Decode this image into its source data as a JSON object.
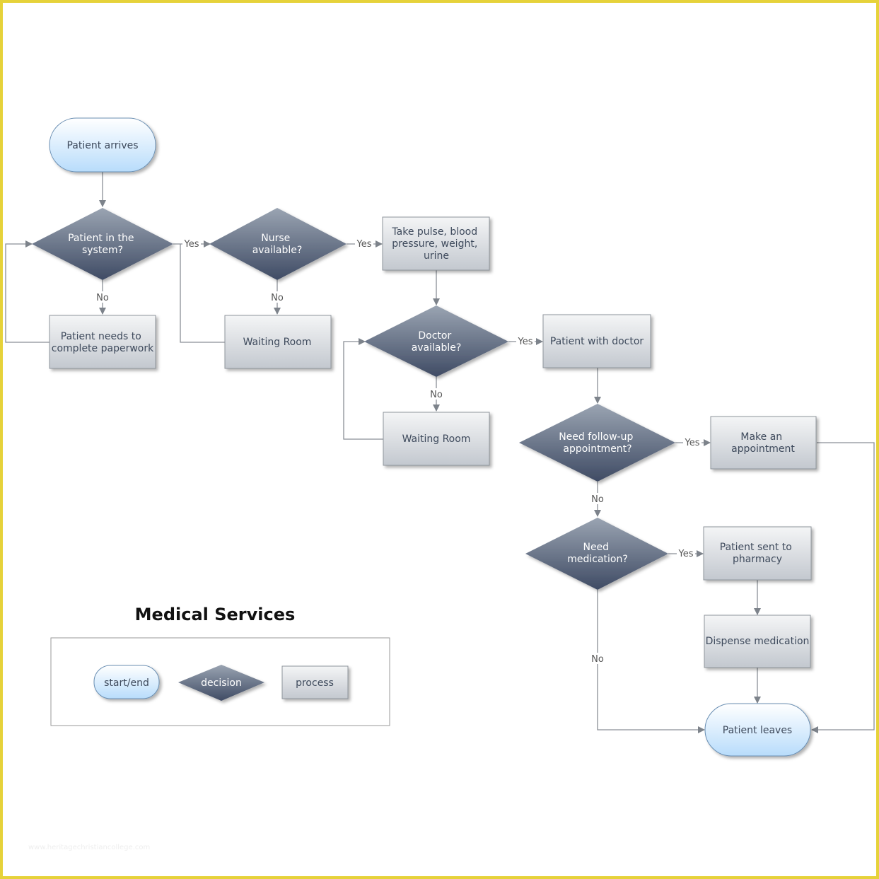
{
  "title": "Medical Services",
  "watermark": "www.heritagechristiancollege.com",
  "legend": {
    "start_end": "start/end",
    "decision": "decision",
    "process": "process"
  },
  "nodes": {
    "patient_arrives": "Patient arrives",
    "patient_in_system": [
      "Patient in the",
      "system?"
    ],
    "nurse_available": [
      "Nurse",
      "available?"
    ],
    "take_vitals": [
      "Take pulse, blood",
      "pressure, weight,",
      "urine"
    ],
    "complete_paperwork": [
      "Patient needs to",
      "complete paperwork"
    ],
    "waiting_room_1": "Waiting Room",
    "doctor_available": [
      "Doctor",
      "available?"
    ],
    "patient_with_doctor": "Patient with doctor",
    "waiting_room_2": "Waiting Room",
    "need_follow_up": [
      "Need follow-up",
      "appointment?"
    ],
    "make_appointment": [
      "Make an",
      "appointment"
    ],
    "need_medication": [
      "Need",
      "medication?"
    ],
    "sent_to_pharmacy": [
      "Patient sent to",
      "pharmacy"
    ],
    "dispense_medication": "Dispense medication",
    "patient_leaves": "Patient leaves"
  },
  "edge_labels": {
    "yes": "Yes",
    "no": "No"
  },
  "colors": {
    "terminal_top": "#ffffff",
    "terminal_bottom": "#b8dcfb",
    "decision_top": "#9aa4b2",
    "decision_bottom": "#3f4b64",
    "process_top": "#f4f5f6",
    "process_bottom": "#c3c8cf",
    "border": "#e6d23a"
  }
}
